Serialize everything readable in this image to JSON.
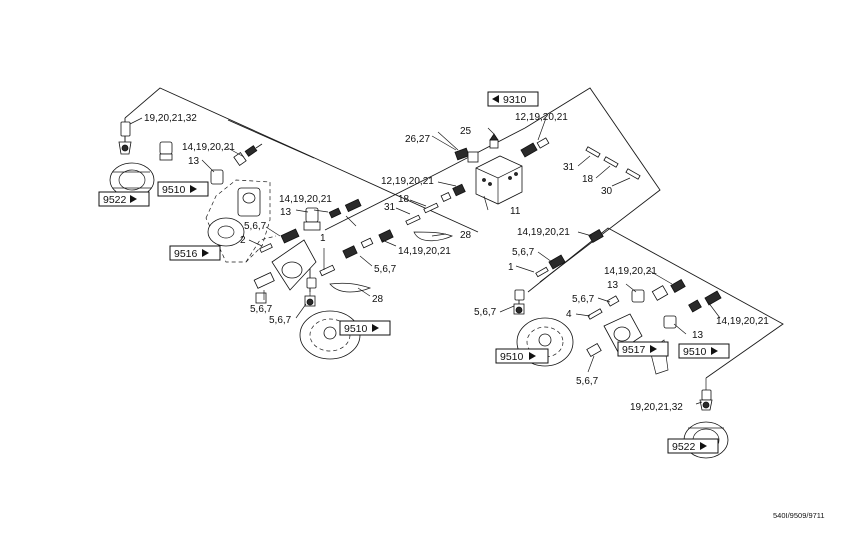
{
  "diagram": {
    "refs": {
      "r9522_tl": "9522",
      "r9510_tl": "9510",
      "r9516": "9516",
      "r9510_mid": "9510",
      "r9310": "9310",
      "r9510_br": "9510",
      "r9517": "9517",
      "r9510_r": "9510",
      "r9522_br": "9522"
    },
    "labels": {
      "l_19_20_21_32_tl": "19,20,21,32",
      "l_14_19_20_21_tl": "14,19,20,21",
      "l_13_tl": "13",
      "l_14_19_20_21_a": "14,19,20,21",
      "l_13_a": "13",
      "l_567_a": "5,6,7",
      "l_2": "2",
      "l_567_b": "5,6,7",
      "l_567_c": "5,6,7",
      "l_1_a": "1",
      "l_31_a": "31",
      "l_18_a": "18",
      "l_12_19_20_21_a": "12,19,20,21",
      "l_26_27": "26,27",
      "l_25": "25",
      "l_12_19_20_21_b": "12,19,20,21",
      "l_11": "11",
      "l_28_a": "28",
      "l_14_19_20_21_b": "14,19,20,21",
      "l_567_d": "5,6,7",
      "l_28_b": "28",
      "l_31_b": "31",
      "l_18_b": "18",
      "l_30": "30",
      "l_14_19_20_21_c": "14,19,20,21",
      "l_567_e": "5,6,7",
      "l_1_b": "1",
      "l_567_f": "5,6,7",
      "l_14_19_20_21_d": "14,19,20,21",
      "l_13_b": "13",
      "l_567_g": "5,6,7",
      "l_4": "4",
      "l_13_c": "13",
      "l_14_19_20_21_e": "14,19,20,21",
      "l_567_h": "5,6,7",
      "l_19_20_21_32_br": "19,20,21,32"
    },
    "footer": "540I/9509/9711"
  }
}
